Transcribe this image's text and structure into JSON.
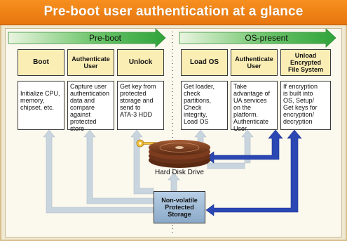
{
  "title": "Pre-boot user authentication at a glance",
  "phases": {
    "preboot": "Pre-boot",
    "ospresent": "OS-present"
  },
  "stages": [
    {
      "label": "Boot",
      "desc": "Initialize CPU,\nmemory,\nchipset, etc."
    },
    {
      "label": "Authenticate\nUser",
      "desc": "Capture user\nauthentication\ndata and\ncompare\nagainst\nprotected\nstore"
    },
    {
      "label": "Unlock",
      "desc": "Get key from\nprotected\nstorage and\nsend to\nATA-3 HDD"
    },
    {
      "label": "Load OS",
      "desc": "Get loader,\ncheck\npartitions,\nCheck\nintegrity,\nLoad OS"
    },
    {
      "label": "Authenticate\nUser",
      "desc": "Take\nadvantage of\nUA services\non the\nplatform.\nAuthenticate\nUser"
    },
    {
      "label": "Unload\nEncrypted\nFile System",
      "desc": "If encryption\nis built into\nOS, Setup/\nGet keys for\nencryption/\ndecryption"
    }
  ],
  "hdd_label": "Hard Disk Drive",
  "storage_label": "Non-volatile\nProtected\nStorage",
  "colors": {
    "title_bg": "#f08a1c",
    "phase_arrow": "#3cae3c",
    "stage_fill": "#fbeeb5",
    "light_arrow": "#c7d3dc",
    "blue_arrow": "#2a47b4",
    "key": "#e0a020",
    "disk": "#7a3a1c"
  },
  "icons": {
    "key": "key-icon",
    "disk": "hard-disk-icon"
  }
}
